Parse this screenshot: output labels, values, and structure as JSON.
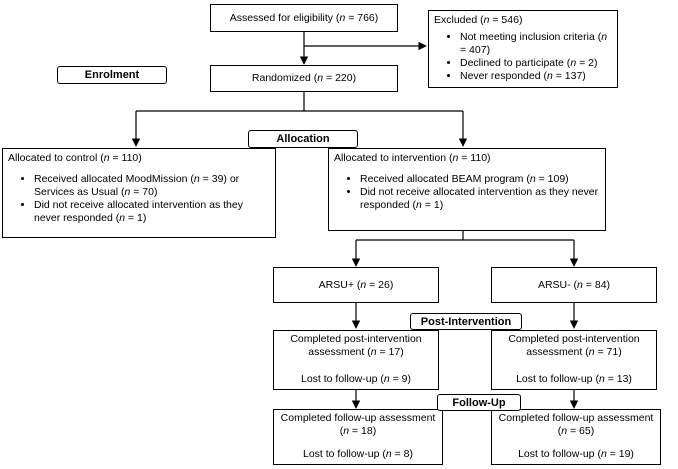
{
  "assessed": "Assessed for eligibility (n = 766)",
  "excluded": {
    "title": "Excluded (n = 546)",
    "items": [
      "Not meeting inclusion criteria (n = 407)",
      "Declined to participate (n = 2)",
      "Never responded (n = 137)"
    ]
  },
  "enrolment": "Enrolment",
  "randomized": "Randomized (n = 220)",
  "allocation": "Allocation",
  "control": {
    "title": "Allocated to control (n = 110)",
    "items": [
      "Received allocated MoodMission (n = 39) or Services as Usual (n = 70)",
      "Did not receive allocated intervention as they never responded (n = 1)"
    ]
  },
  "intervention": {
    "title": "Allocated to intervention (n = 110)",
    "items": [
      "Received allocated BEAM program (n = 109)",
      "Did not receive allocated intervention as they never responded (n = 1)"
    ]
  },
  "arsu_plus": "ARSU+ (n = 26)",
  "arsu_minus": "ARSU- (n = 84)",
  "post_intervention": "Post-Intervention",
  "post_left": {
    "completed": "Completed post-intervention assessment (n = 17)",
    "lost": "Lost to follow-up (n = 9)"
  },
  "post_right": {
    "completed": "Completed post-intervention assessment (n = 71)",
    "lost": "Lost to follow-up (n = 13)"
  },
  "follow_up": "Follow-Up",
  "fu_left": {
    "completed": "Completed follow-up assessment (n = 18)",
    "lost": "Lost to follow-up (n = 8)"
  },
  "fu_right": {
    "completed": "Completed follow-up assessment (n = 65)",
    "lost": "Lost to follow-up (n = 19)"
  }
}
